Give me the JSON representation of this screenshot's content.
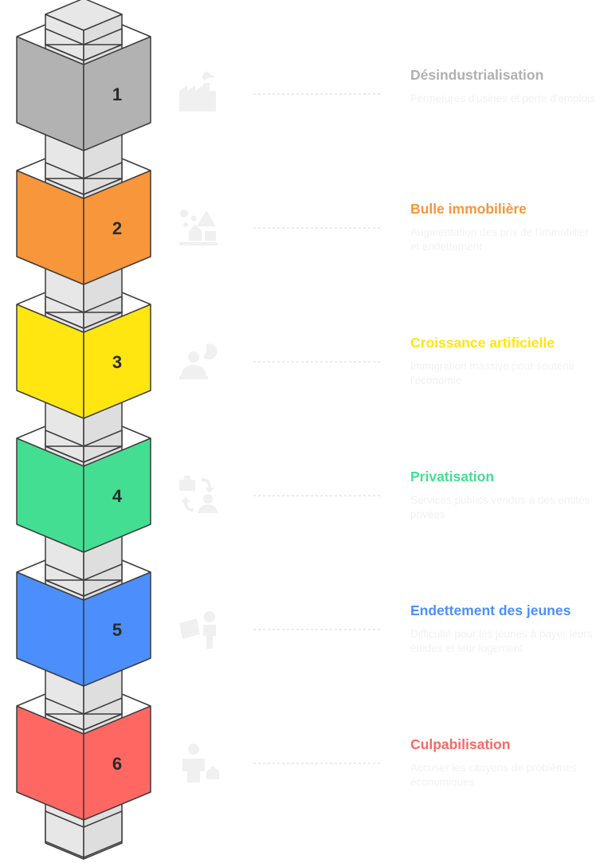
{
  "colors": {
    "shaft": "#e7e7e7",
    "shaft_dark": "#dedede",
    "outline": "#3c3c3c",
    "icon": "#f0f0f0",
    "connector": "#e6e6e6",
    "number": "#2b2b2b"
  },
  "steps": [
    {
      "number": "1",
      "title": "Désindustrialisation",
      "description": "Fermetures d'usines et perte d'emplois",
      "color": "#b2b2b2",
      "icon": "factory-icon"
    },
    {
      "number": "2",
      "title": "Bulle immobilière",
      "description": "Augmentation des prix de l'immobilier et endettement",
      "color": "#f7963a",
      "icon": "housing-bubble-icon"
    },
    {
      "number": "3",
      "title": "Croissance artificielle",
      "description": "Immigration massive pour soutenir l'économie",
      "color": "#ffe611",
      "icon": "growth-person-icon"
    },
    {
      "number": "4",
      "title": "Privatisation",
      "description": "Services publics vendus à des entités privées",
      "color": "#44de92",
      "icon": "privatization-exchange-icon"
    },
    {
      "number": "5",
      "title": "Endettement des jeunes",
      "description": "Difficulté pour les jeunes à payer leurs études et leur logement",
      "color": "#4c8ffc",
      "icon": "student-debt-icon"
    },
    {
      "number": "6",
      "title": "Culpabilisation",
      "description": "Accuser les citoyens de problèmes économiques",
      "color": "#fe6762",
      "icon": "blamed-citizen-icon"
    }
  ]
}
